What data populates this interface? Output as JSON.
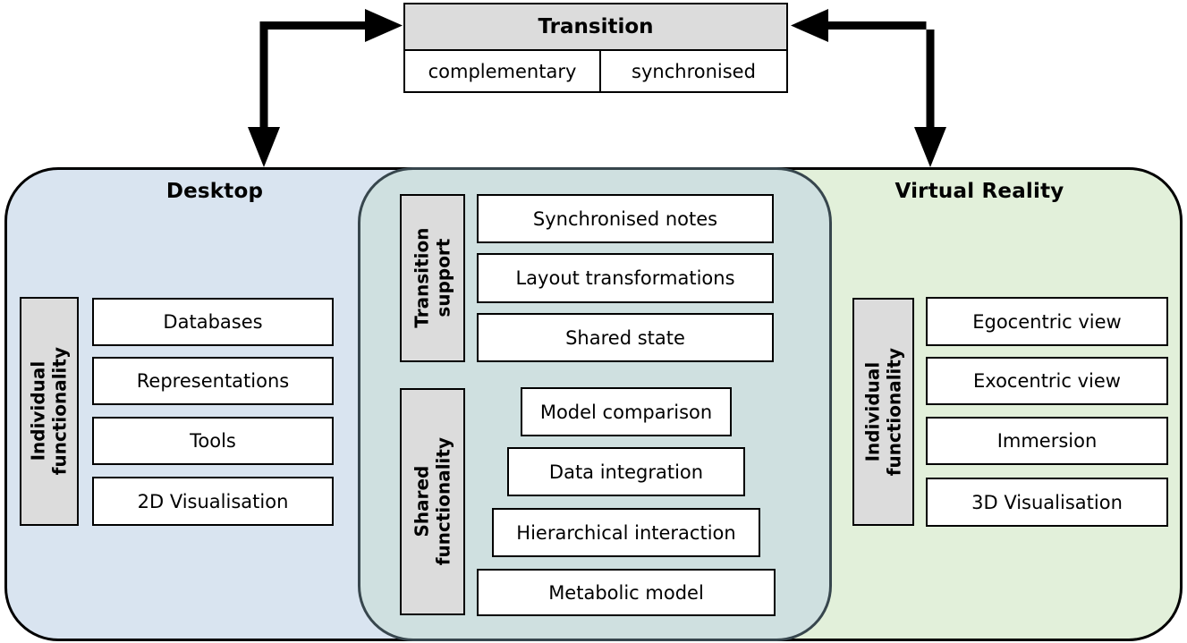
{
  "transition": {
    "title": "Transition",
    "modes": [
      "complementary",
      "synchronised"
    ]
  },
  "desktop": {
    "title": "Desktop",
    "group_label": "Individual functionality",
    "items": [
      "Databases",
      "Representations",
      "Tools",
      "2D Visualisation"
    ]
  },
  "shared_panel": {
    "transition_support": {
      "label": "Transition support",
      "items": [
        "Synchronised notes",
        "Layout transformations",
        "Shared state"
      ]
    },
    "shared_functionality": {
      "label": "Shared functionality",
      "items": [
        "Model comparison",
        "Data integration",
        "Hierarchical interaction",
        "Metabolic model"
      ]
    }
  },
  "virtual_reality": {
    "title": "Virtual Reality",
    "group_label": "Individual functionality",
    "items": [
      "Egocentric view",
      "Exocentric view",
      "Immersion",
      "3D Visualisation"
    ]
  },
  "colors": {
    "desktop-bg": "#d9e4f0",
    "shared-bg": "#cfe0e0",
    "vr-bg": "#e2f0da",
    "label-bg": "#dcdcdc",
    "box-bg": "#ffffff",
    "line": "#000000",
    "shared-line": "#37464d",
    "arrow": "#000000"
  }
}
